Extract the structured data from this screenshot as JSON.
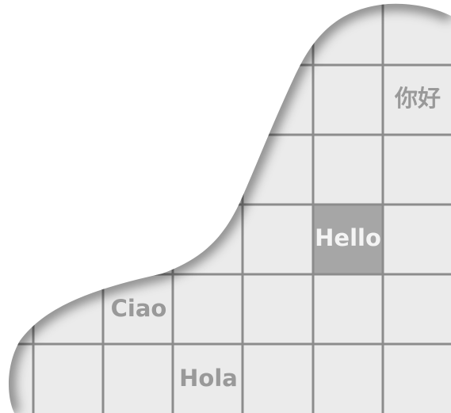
{
  "colors": {
    "background": "#ffffff",
    "panel_fill": "#ebebeb",
    "grid_line": "#8c8c8c",
    "highlight_cell": "#a6a6a6",
    "word_text": "#999999",
    "highlight_text": "#f4f4f4",
    "edge_shadow": "#000000"
  },
  "greetings": [
    {
      "id": "nihao",
      "text": "你好",
      "highlighted": false
    },
    {
      "id": "hello",
      "text": "Hello",
      "highlighted": true
    },
    {
      "id": "ciao",
      "text": "Ciao",
      "highlighted": false
    },
    {
      "id": "hola",
      "text": "Hola",
      "highlighted": false
    }
  ]
}
